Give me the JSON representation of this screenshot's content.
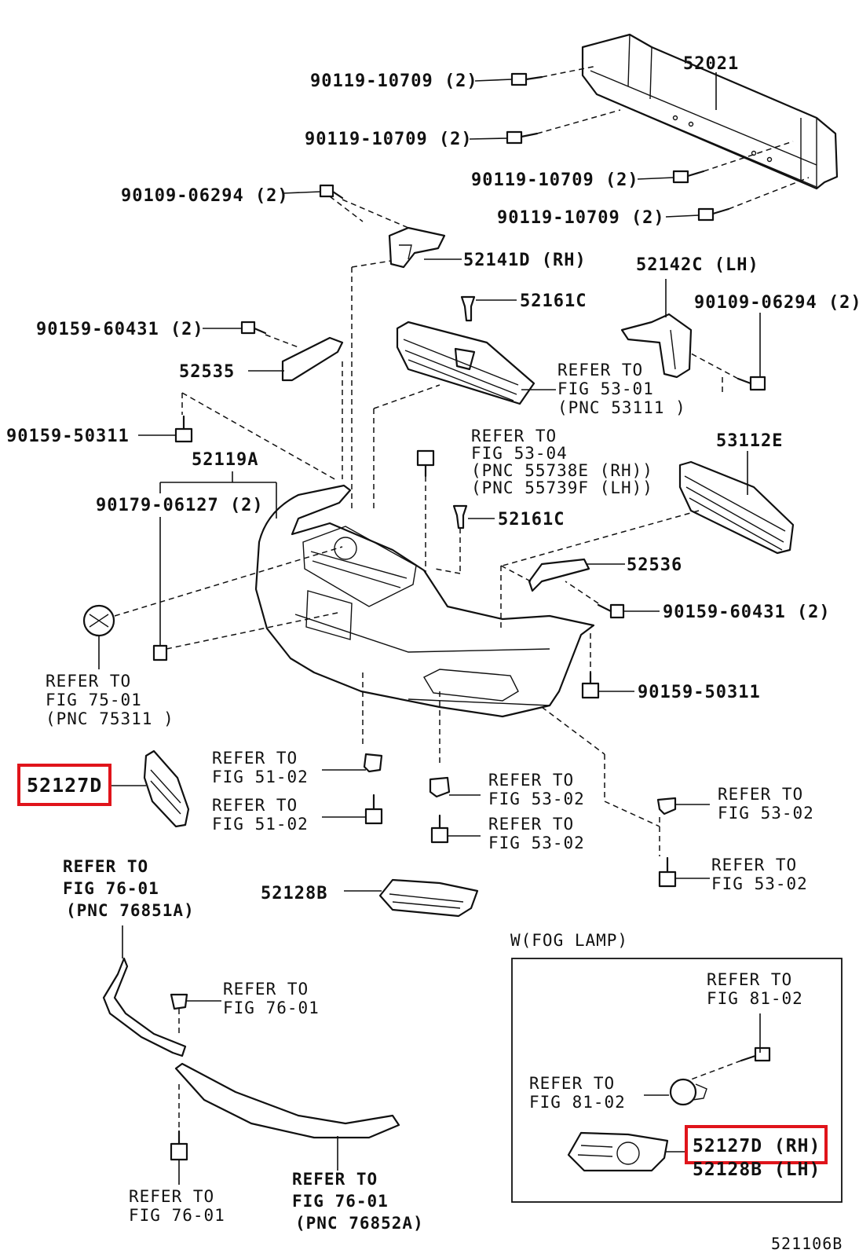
{
  "diagram_code": "521106B",
  "fog_lamp_section": "W(FOG LAMP)",
  "parts": {
    "p52021": "52021",
    "bolt_a": "90119-10709 (2)",
    "bolt_b": "90119-10709 (2)",
    "bolt_c": "90119-10709 (2)",
    "bolt_d": "90119-10709 (2)",
    "screw_left": "90109-06294 (2)",
    "screw_right": "90109-06294 (2)",
    "p52141d": "52141D (RH)",
    "p52142c": "52142C (LH)",
    "clip_top": "52161C",
    "clip_mid": "52161C",
    "nut_left": "90159-60431 (2)",
    "nut_right": "90159-60431 (2)",
    "p52535": "52535",
    "p52536": "52536",
    "bolt_left": "90159-50311",
    "bolt_right": "90159-50311",
    "p52119a": "52119A",
    "clip_90179": "90179-06127 (2)",
    "p53112e": "53112E",
    "p52127d": "52127D",
    "p52128b": "52128B",
    "fog_52127d": "52127D (RH)",
    "fog_52128b": "52128B (LH)"
  },
  "refs": {
    "r5301": [
      "REFER  TO",
      "FIG  53-01",
      "(PNC 53111 )"
    ],
    "r5304": [
      "REFER  TO",
      "FIG  53-04",
      "(PNC 55738E (RH))",
      "(PNC 55739F (LH))"
    ],
    "r7501": [
      "REFER  TO",
      "FIG  75-01",
      "(PNC 75311 )"
    ],
    "r5102a": [
      "REFER  TO",
      "FIG  51-02"
    ],
    "r5102b": [
      "REFER  TO",
      "FIG  51-02"
    ],
    "r5302a": [
      "REFER  TO",
      "FIG  53-02"
    ],
    "r5302b": [
      "REFER  TO",
      "FIG  53-02"
    ],
    "r5302c": [
      "REFER  TO",
      "FIG  53-02"
    ],
    "r5302d": [
      "REFER  TO",
      "FIG  53-02"
    ],
    "r7601a": [
      "REFER  TO",
      "FIG  76-01",
      "(PNC  76851A)"
    ],
    "r7601b": [
      "REFER  TO",
      "FIG  76-01"
    ],
    "r7601c": [
      "REFER  TO",
      "FIG  76-01"
    ],
    "r7601d": [
      "REFER  TO",
      "FIG  76-01",
      "(PNC  76852A)"
    ],
    "r8102a": [
      "REFER  TO",
      "FIG  81-02"
    ],
    "r8102b": [
      "REFER  TO",
      "FIG  81-02"
    ]
  },
  "colors": {
    "highlight": "#e0141b",
    "ink": "#111111"
  }
}
